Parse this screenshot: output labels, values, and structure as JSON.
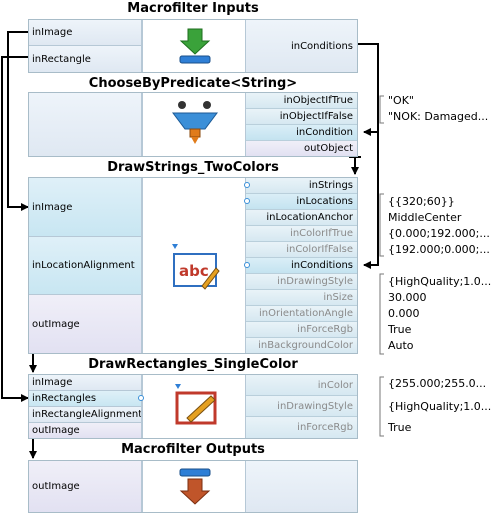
{
  "macro_inputs": {
    "title": "Macrofilter Inputs",
    "ports_left": [
      "inImage",
      "inRectangle"
    ],
    "ports_right": [
      "inConditions"
    ]
  },
  "choose_by_predicate": {
    "title": "ChooseByPredicate<String>",
    "ports_right": [
      "inObjectIfTrue",
      "inObjectIfFalse",
      "inCondition",
      "outObject"
    ],
    "values": [
      "\"OK\"",
      "\"NOK: Damaged..."
    ]
  },
  "draw_strings": {
    "title": "DrawStrings_TwoColors",
    "ports_left": [
      "inImage",
      "inLocationAlignment",
      "outImage"
    ],
    "ports_right": [
      "inStrings",
      "inLocations",
      "inLocationAnchor",
      "inColorIfTrue",
      "inColorIfFalse",
      "inConditions",
      "inDrawingStyle",
      "inSize",
      "inOrientationAngle",
      "inForceRgb",
      "inBackgroundColor"
    ],
    "values": [
      "",
      "{{320;60}}",
      "MiddleCenter",
      "{0.000;192.000;...",
      "{192.000;0.000;...",
      "",
      "{HighQuality;1.0...",
      "30.000",
      "0.000",
      "True",
      "Auto"
    ]
  },
  "draw_rectangles": {
    "title": "DrawRectangles_SingleColor",
    "ports_left": [
      "inImage",
      "inRectangles",
      "inRectangleAlignment",
      "outImage"
    ],
    "ports_right": [
      "inColor",
      "inDrawingStyle",
      "inForceRgb"
    ],
    "values": [
      "{255.000;255.0...",
      "{HighQuality;1.0...",
      "True"
    ]
  },
  "macro_outputs": {
    "title": "Macrofilter Outputs",
    "ports_left": [
      "outImage"
    ]
  },
  "colors": {
    "wire": "#000000",
    "border": "#a8bcc8",
    "port_dot": "#3a8fd8"
  }
}
